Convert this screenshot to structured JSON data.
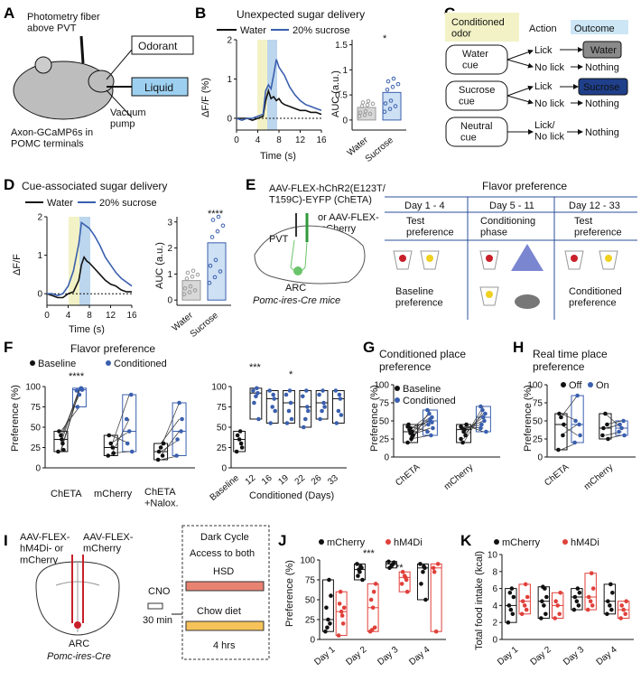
{
  "panels": {
    "A": {
      "label": "A",
      "fiber": "Photometry fiber\nabove PVT",
      "odorant": "Odorant",
      "liquid": "Liquid",
      "vacuum": "Vacuum\npump",
      "gcamp": "Axon-GCaMP6s in\nPOMC terminals"
    },
    "B": {
      "label": "B",
      "title": "Unexpected sugar delivery",
      "legend": [
        "Water",
        "20% sucrose"
      ],
      "ylabel": "ΔF/F (%)",
      "xlabel": "Time (s)",
      "auc_ylabel": "AUC (a.u.)",
      "auc_cats": [
        "Water",
        "Sucrose"
      ],
      "sig": "*"
    },
    "C": {
      "label": "C",
      "head_odor": "Conditioned\nodor",
      "head_action": "Action",
      "head_outcome": "Outcome",
      "rows": [
        {
          "cue": "Water\ncue",
          "a1": "Lick",
          "a2": "No lick",
          "o1": "Water",
          "o2": "Nothing"
        },
        {
          "cue": "Sucrose\ncue",
          "a1": "Lick",
          "a2": "No lick",
          "o1": "Sucrose",
          "o2": "Nothing"
        },
        {
          "cue": "Neutral\ncue",
          "a1": "Lick/\nNo lick",
          "o1": "Nothing"
        }
      ]
    },
    "D": {
      "label": "D",
      "title": "Cue-associated sugar delivery",
      "legend": [
        "Water",
        "20% sucrose"
      ],
      "ylabel": "ΔF/F",
      "xlabel": "Time (s)",
      "auc_ylabel": "AUC (a.u.)",
      "auc_cats": [
        "Water",
        "Sucrose"
      ],
      "sig": "****"
    },
    "E": {
      "label": "E",
      "virus": "AAV-FLEX-hChR2(E123T/\nT159C)-EYFP (ChETA)",
      "virus2": "or AAV-FLEX-\nmCherry",
      "pvt": "PVT",
      "arc": "ARC",
      "mice": "Pomc-ires-Cre mice",
      "title": "Flavor preference",
      "cols": [
        {
          "head": "Day 1 - 4",
          "sub": "Test\npreference",
          "foot": "Baseline\npreference"
        },
        {
          "head": "Day 5 - 11",
          "sub": "Conditioning\nphase",
          "foot": ""
        },
        {
          "head": "Day 12 - 33",
          "sub": "Test\npreference",
          "foot": "Conditioned\npreference"
        }
      ]
    },
    "F": {
      "label": "F",
      "title": "Flavor preference",
      "legend": [
        "Baseline",
        "Conditioned"
      ],
      "ylabel": "Preference (%)",
      "groups": [
        "ChETA",
        "mCherry",
        "ChETA\n+Nalox."
      ],
      "sig_left": "****",
      "right_cats": [
        "Baseline",
        "12",
        "16",
        "19",
        "22",
        "26",
        "33"
      ],
      "right_xlabel": "Conditioned (Days)",
      "sig_right1": "***",
      "sig_right2": "*"
    },
    "G": {
      "label": "G",
      "title": "Conditioned place\npreference",
      "legend": [
        "Baseline",
        "Conditioned"
      ],
      "ylabel": "Preference (%)",
      "groups": [
        "ChETA",
        "mCherry"
      ]
    },
    "H": {
      "label": "H",
      "title": "Real time place\npreference",
      "legend": [
        "Off",
        "On"
      ],
      "ylabel": "Preference (%)",
      "groups": [
        "ChETA",
        "mCherry"
      ]
    },
    "I": {
      "label": "I",
      "virus1": "AAV-FLEX-\nhM4Di- or\nmCherry",
      "virus2": "AAV-FLEX-\nmCherry",
      "arc": "ARC",
      "mice": "Pomc-ires-Cre",
      "cno": "CNO",
      "min": "30 min",
      "dark": "Dark Cycle",
      "access": "Access to both",
      "hsd": "HSD",
      "chow": "Chow diet",
      "hrs": "4 hrs"
    },
    "J": {
      "label": "J",
      "legend": [
        "mCherry",
        "hM4Di"
      ],
      "ylabel": "Preference (%)",
      "cats": [
        "Day 1",
        "Day 2",
        "Day 3",
        "Day 4"
      ],
      "sig2": "***",
      "sig3": "**"
    },
    "K": {
      "label": "K",
      "legend": [
        "mCherry",
        "hM4Di"
      ],
      "ylabel": "Total food intake (kcal)",
      "cats": [
        "Day 1",
        "Day 2",
        "Day 3",
        "Day 4"
      ]
    }
  },
  "colors": {
    "water": "#111111",
    "sucrose": "#3a5fae",
    "hm4di": "#e0403a",
    "cue": "#f2f2c6",
    "us": "#bcd6ee",
    "liquid": "#9dd0f0"
  },
  "chart_data": [
    {
      "id": "B-trace",
      "type": "line",
      "x": [
        0,
        1,
        2,
        3,
        4,
        5,
        5.5,
        6,
        6.5,
        7,
        7.5,
        8,
        8.5,
        9,
        10,
        11,
        12,
        13,
        14,
        15,
        16
      ],
      "series": [
        {
          "name": "Water",
          "values": [
            0,
            0,
            0,
            -0.05,
            0,
            0.05,
            0.45,
            0.7,
            0.5,
            0.55,
            0.45,
            0.5,
            0.4,
            0.35,
            0.3,
            0.25,
            0.2,
            0.2,
            0.15,
            0.15,
            0.1
          ]
        },
        {
          "name": "20% sucrose",
          "values": [
            0,
            -0.05,
            0,
            0,
            0.05,
            0.1,
            0.7,
            0.85,
            0.75,
            1.1,
            1.5,
            1.3,
            1.2,
            1.1,
            0.8,
            0.6,
            0.45,
            0.35,
            0.3,
            0.25,
            0.2
          ]
        }
      ],
      "xlabel": "Time (s)",
      "ylabel": "ΔF/F (%)",
      "xlim": [
        0,
        16
      ],
      "ylim": [
        -0.3,
        2
      ],
      "xticks": [
        0,
        4,
        8,
        12,
        16
      ],
      "yticks": [
        0,
        1,
        2
      ]
    },
    {
      "id": "B-auc",
      "type": "bar",
      "categories": [
        "Water",
        "Sucrose"
      ],
      "values": [
        0.25,
        0.55
      ],
      "ylabel": "AUC (a.u.)",
      "ylim": [
        -0.2,
        1.6
      ],
      "yticks": [
        0,
        0.5,
        1,
        1.5
      ]
    },
    {
      "id": "D-trace",
      "type": "line",
      "x": [
        0,
        1,
        2,
        3,
        4,
        5,
        6,
        6.5,
        7,
        7.5,
        8,
        9,
        10,
        11,
        12,
        13,
        14,
        15,
        16
      ],
      "series": [
        {
          "name": "Water",
          "values": [
            0,
            -0.05,
            -0.1,
            -0.1,
            0,
            0.05,
            0.35,
            0.75,
            0.95,
            0.85,
            0.8,
            0.65,
            0.5,
            0.35,
            0.25,
            0.2,
            0.1,
            0.05,
            0.05
          ]
        },
        {
          "name": "20% sucrose",
          "values": [
            0,
            0,
            -0.05,
            0,
            0.2,
            0.6,
            1.3,
            1.85,
            1.8,
            1.75,
            1.7,
            1.5,
            1.25,
            0.95,
            0.75,
            0.55,
            0.4,
            0.3,
            0.2
          ]
        }
      ],
      "xlabel": "Time (s)",
      "ylabel": "ΔF/F",
      "xlim": [
        0,
        16
      ],
      "ylim": [
        -0.3,
        2
      ],
      "xticks": [
        0,
        4,
        8,
        12,
        16
      ],
      "yticks": [
        0,
        1,
        2
      ]
    },
    {
      "id": "D-auc",
      "type": "bar",
      "categories": [
        "Water",
        "Sucrose"
      ],
      "values": [
        0.75,
        2.2
      ],
      "ylabel": "AUC (a.u.)",
      "ylim": [
        -0.2,
        3.2
      ],
      "yticks": [
        0,
        1,
        2,
        3
      ]
    },
    {
      "id": "F-left",
      "type": "box",
      "groups": [
        "ChETA",
        "mCherry",
        "ChETA +Nalox."
      ],
      "series": [
        {
          "name": "Baseline",
          "values": [
            [
              20,
              30,
              40,
              45,
              22,
              35
            ],
            [
              15,
              25,
              30,
              40,
              18
            ],
            [
              10,
              15,
              25,
              20,
              30
            ]
          ]
        },
        {
          "name": "Conditioned",
          "values": [
            [
              95,
              98,
              90,
              75,
              96,
              97
            ],
            [
              60,
              90,
              45,
              30,
              20
            ],
            [
              15,
              45,
              80,
              35,
              60
            ]
          ]
        }
      ],
      "ylabel": "Preference (%)",
      "ylim": [
        0,
        100
      ],
      "yticks": [
        0,
        25,
        50,
        75,
        100
      ]
    },
    {
      "id": "F-right",
      "type": "box",
      "categories": [
        "Baseline",
        "12",
        "16",
        "19",
        "22",
        "26",
        "33"
      ],
      "values": [
        [
          20,
          30,
          35,
          40,
          25,
          45
        ],
        [
          95,
          92,
          88,
          80,
          60,
          98
        ],
        [
          95,
          85,
          75,
          55,
          70,
          90
        ],
        [
          90,
          80,
          70,
          55,
          60,
          95
        ],
        [
          88,
          75,
          60,
          50,
          70,
          95
        ],
        [
          90,
          80,
          70,
          60,
          75,
          95
        ],
        [
          95,
          85,
          70,
          55,
          65,
          90
        ]
      ],
      "xlabel": "Conditioned (Days)",
      "ylim": [
        0,
        100
      ],
      "yticks": [
        0,
        25,
        50,
        75,
        100
      ]
    },
    {
      "id": "G",
      "type": "box",
      "groups": [
        "ChETA",
        "mCherry"
      ],
      "series": [
        {
          "name": "Baseline",
          "values": [
            [
              20,
              35,
              40,
              45,
              30,
              25,
              38,
              42,
              28,
              33
            ],
            [
              25,
              30,
              35,
              40,
              45,
              38,
              20,
              42
            ]
          ]
        },
        {
          "name": "Conditioned",
          "values": [
            [
              65,
              55,
              50,
              45,
              40,
              30,
              60,
              35,
              48,
              52
            ],
            [
              70,
              60,
              55,
              45,
              35,
              50,
              65,
              40
            ]
          ]
        }
      ],
      "ylabel": "Preference (%)",
      "ylim": [
        0,
        100
      ],
      "yticks": [
        0,
        25,
        50,
        75,
        100
      ]
    },
    {
      "id": "H",
      "type": "box",
      "groups": [
        "ChETA",
        "mCherry"
      ],
      "series": [
        {
          "name": "Off",
          "values": [
            [
              10,
              30,
              55,
              60,
              45
            ],
            [
              30,
              45,
              60,
              40,
              25
            ]
          ]
        },
        {
          "name": "On",
          "values": [
            [
              20,
              45,
              85,
              50,
              30
            ],
            [
              35,
              50,
              40,
              45,
              30
            ]
          ]
        }
      ],
      "ylabel": "Preference (%)",
      "ylim": [
        0,
        100
      ],
      "yticks": [
        0,
        25,
        50,
        75,
        100
      ]
    },
    {
      "id": "J",
      "type": "box",
      "categories": [
        "Day 1",
        "Day 2",
        "Day 3",
        "Day 4"
      ],
      "series": [
        {
          "name": "mCherry",
          "values": [
            [
              10,
              20,
              25,
              40,
              55,
              75,
              15
            ],
            [
              95,
              90,
              85,
              80,
              75,
              92,
              88
            ],
            [
              98,
              95,
              92,
              90,
              97,
              94
            ],
            [
              95,
              90,
              85,
              70,
              50,
              92
            ]
          ]
        },
        {
          "name": "hM4Di",
          "values": [
            [
              5,
              20,
              35,
              45,
              40,
              30,
              60
            ],
            [
              10,
              15,
              40,
              50,
              70,
              60,
              12
            ],
            [
              70,
              75,
              80,
              85,
              60,
              78
            ],
            [
              90,
              95,
              10,
              85
            ]
          ]
        }
      ],
      "ylabel": "Preference (%)",
      "ylim": [
        0,
        100
      ],
      "yticks": [
        0,
        25,
        50,
        75,
        100
      ]
    },
    {
      "id": "K",
      "type": "box",
      "categories": [
        "Day 1",
        "Day 2",
        "Day 3",
        "Day 4"
      ],
      "series": [
        {
          "name": "mCherry",
          "values": [
            [
              2,
              3,
              3.5,
              4,
              5,
              6,
              5.5
            ],
            [
              2.5,
              3,
              4,
              4.5,
              5,
              6,
              6.2
            ],
            [
              3.5,
              4,
              4.5,
              5,
              5.5,
              6
            ],
            [
              3,
              3.5,
              4,
              4.5,
              5.5,
              6.5
            ]
          ]
        },
        {
          "name": "hM4Di",
          "values": [
            [
              3,
              3.5,
              4,
              4.5,
              5,
              6.5
            ],
            [
              2.5,
              3,
              4,
              4.5,
              5.5
            ],
            [
              3.5,
              4,
              4.5,
              5,
              6,
              7.8
            ],
            [
              2.5,
              3,
              3.5,
              4,
              4.5
            ]
          ]
        }
      ],
      "ylabel": "Total food intake (kcal)",
      "ylim": [
        0,
        10
      ],
      "yticks": [
        0,
        2,
        4,
        6,
        8,
        10
      ]
    }
  ]
}
